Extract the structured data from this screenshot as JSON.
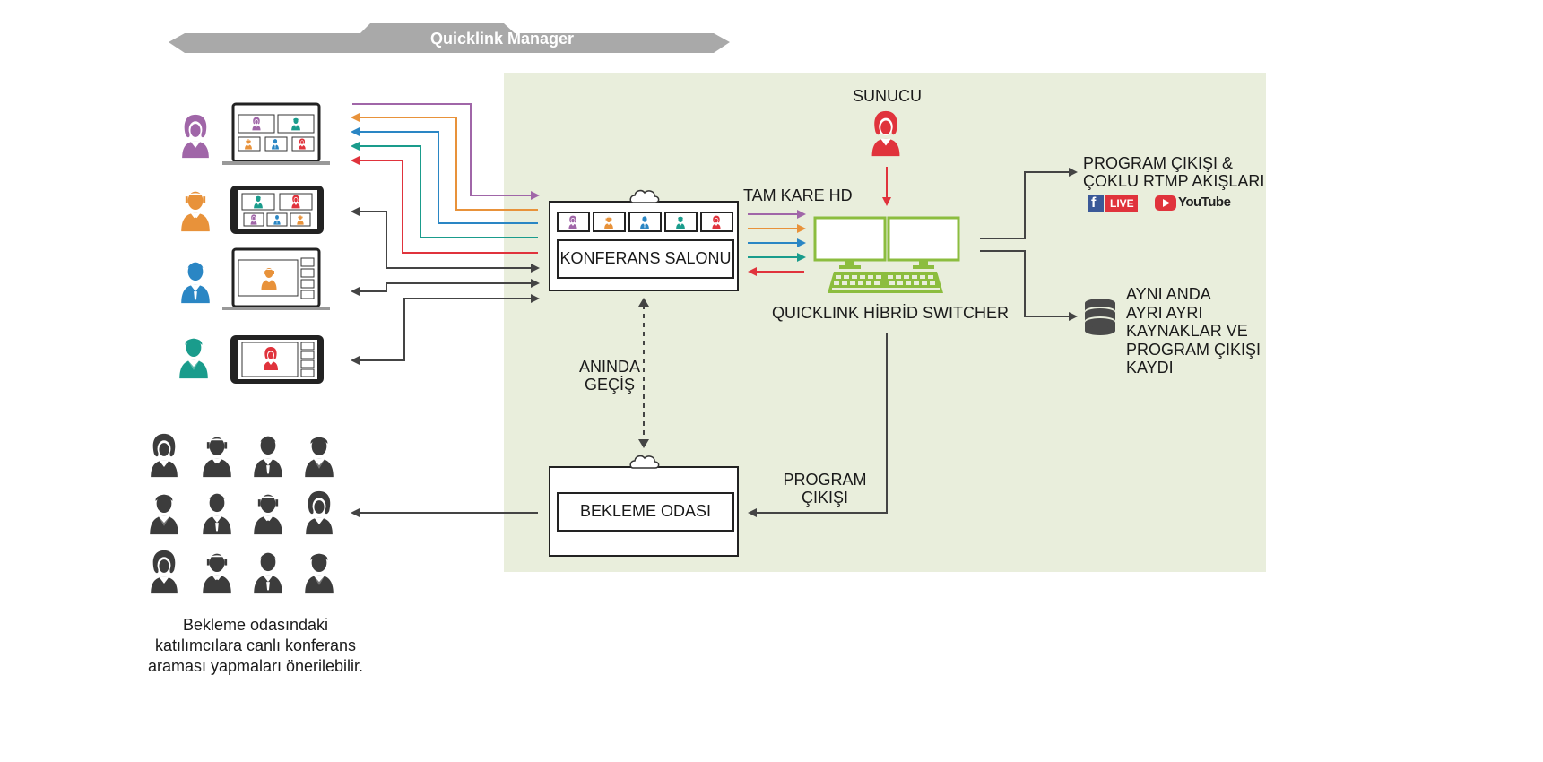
{
  "manager": {
    "label": "Quicklink Manager"
  },
  "conference_room": {
    "label": "KONFERANS SALONU"
  },
  "waiting_room": {
    "label": "BEKLEME ODASI"
  },
  "presenter": {
    "label": "SUNUCU"
  },
  "full_frame": {
    "label": "TAM KARE HD"
  },
  "switcher": {
    "label": "QUICKLINK HİBRİD SWITCHER"
  },
  "instant_switch": {
    "line1": "ANINDA",
    "line2": "GEÇİŞ"
  },
  "program_out": {
    "line1": "PROGRAM",
    "line2": "ÇIKIŞI"
  },
  "output": {
    "line1": "PROGRAM ÇIKIŞI &",
    "line2": "ÇOKLU RTMP AKIŞLARI",
    "facebook": "f",
    "live": "LIVE",
    "youtube": "YouTube"
  },
  "recording": {
    "line1": "AYNI ANDA",
    "line2": "AYRI AYRI",
    "line3": "KAYNAKLAR VE",
    "line4": "PROGRAM ÇIKIŞI",
    "line5": "KAYDI"
  },
  "caption": {
    "line1": "Bekleme odasındaki",
    "line2": "katılımcılara canlı konferans",
    "line3": "araması yapmaları önerilebilir."
  },
  "colors": {
    "purple": "#a066a8",
    "orange": "#e8923a",
    "blue": "#2a86c4",
    "teal": "#1a9c8c",
    "red": "#e0333c",
    "green": "#8cbd3f",
    "panel": "#e9eedc",
    "dark": "#444444"
  },
  "icons": [
    "person-icon",
    "laptop-icon",
    "tablet-icon",
    "cloud-icon",
    "monitor-icon",
    "database-icon"
  ]
}
